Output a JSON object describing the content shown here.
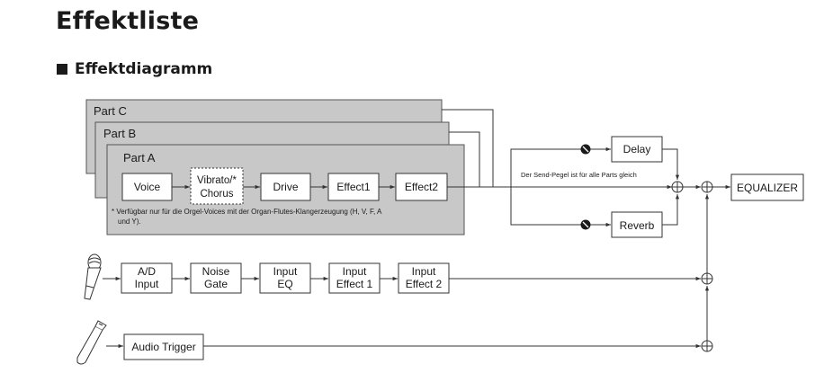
{
  "title": "Effektliste",
  "subtitle": "Effektdiagramm",
  "parts": {
    "c_label": "Part C",
    "b_label": "Part B",
    "a_label": "Part A"
  },
  "blocks": {
    "voice": "Voice",
    "vibrato_line1": "Vibrato/*",
    "vibrato_line2": "Chorus",
    "drive": "Drive",
    "effect1": "Effect1",
    "effect2": "Effect2",
    "delay": "Delay",
    "reverb": "Reverb",
    "equalizer": "EQUALIZER",
    "ad_line1": "A/D",
    "ad_line2": "Input",
    "noise_line1": "Noise",
    "noise_line2": "Gate",
    "ieq_line1": "Input",
    "ieq_line2": "EQ",
    "ie1_line1": "Input",
    "ie1_line2": "Effect 1",
    "ie2_line1": "Input",
    "ie2_line2": "Effect 2",
    "audio_trigger": "Audio Trigger"
  },
  "notes": {
    "footnote_line1": "* Verfügbar nur für die Orgel-Voices mit der Organ-Flutes-Klangerzeugung (H, V, F, A",
    "footnote_line2": "und Y).",
    "send_level": "Der Send-Pegel ist für alle Parts gleich"
  },
  "icons": [
    "microphone-icon",
    "usb-stick-icon",
    "knob-icon",
    "mixer-plus-icon"
  ],
  "colors": {
    "part_fill": "#c8c8c8",
    "line": "#333333",
    "text": "#1a1a1a"
  }
}
